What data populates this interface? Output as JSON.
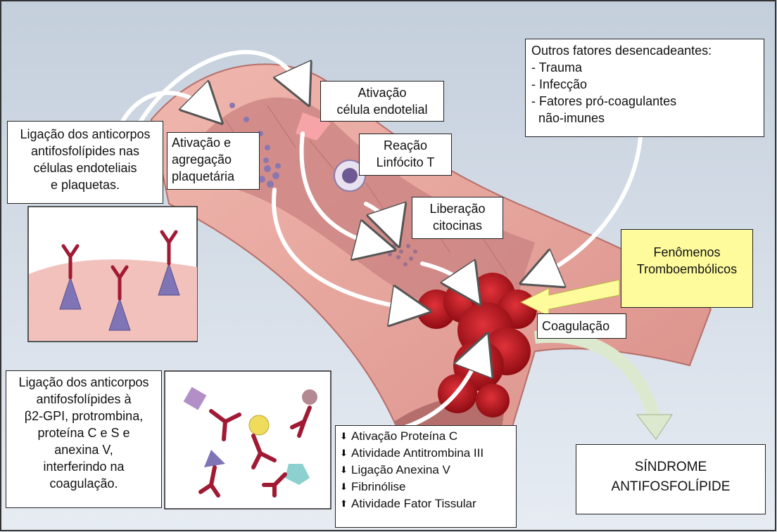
{
  "colors": {
    "background_top": "#c4cfdc",
    "background_bottom": "#e7ecf3",
    "vessel_wall": "#e9a8a0",
    "vessel_inner": "#c98180",
    "clot": "#b1131a",
    "highlight_box": "#fdfb9c",
    "arrow": "#ffffff",
    "result_arrow": "#dde9cf"
  },
  "labels": {
    "binding_cells": [
      "Ligação dos anticorpos",
      "antifosfolípides nas",
      "células endoteliais",
      "e plaquetas."
    ],
    "platelet_activation": [
      "Ativação e",
      "agregação",
      "plaquetária"
    ],
    "endothelial_activation": [
      "Ativação",
      "célula endotelial"
    ],
    "t_cell_reaction": [
      "Reação",
      "Linfócito T"
    ],
    "cytokine_release": [
      "Liberação",
      "citocinas"
    ],
    "other_triggers": {
      "title": "Outros fatores desencadeantes:",
      "items": [
        "- Trauma",
        "- Infecção",
        "- Fatores pró-coagulantes",
        "  não-imunes"
      ]
    },
    "thromboembolic": [
      "Fenômenos",
      "Tromboembólicos"
    ],
    "coagulation": "Coagulação",
    "binding_proteins": {
      "line1": "Ligação dos anticorpos",
      "line2": "antifosfolípides à",
      "beta": "β",
      "line3_rest": "2-GPI, protrombina,",
      "line4": "proteína C e S e",
      "line5": "anexina V,",
      "line6": "interferindo na",
      "line7": "coagulação."
    },
    "effects": [
      {
        "direction": "down",
        "symbol": "⬇",
        "text": "Ativação Proteína C"
      },
      {
        "direction": "down",
        "symbol": "⬇",
        "text": "Atividade Antitrombina III"
      },
      {
        "direction": "down",
        "symbol": "⬇",
        "text": "Ligação Anexina V"
      },
      {
        "direction": "down",
        "symbol": "⬇",
        "text": "Fibrinólise"
      },
      {
        "direction": "up",
        "symbol": "⬆",
        "text": "Atividade Fator Tissular"
      }
    ],
    "syndrome": [
      "SÍNDROME",
      "ANTIFOSFOLÍPIDE"
    ]
  }
}
